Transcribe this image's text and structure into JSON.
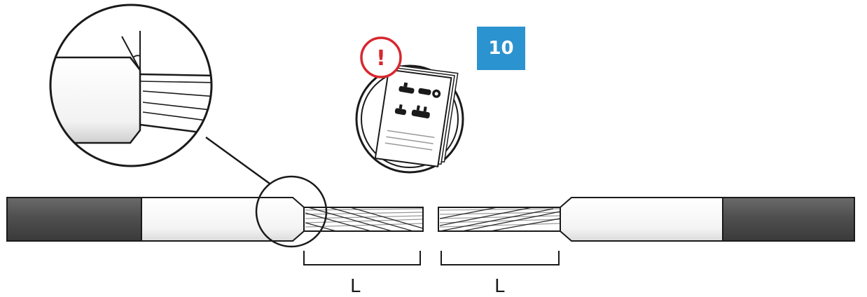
{
  "step": {
    "number": "10",
    "color": "#2b93cf"
  },
  "warning": {
    "symbol": "!",
    "color": "#d7282f"
  },
  "dimensions": {
    "left_length_label": "L",
    "right_length_label": "L"
  },
  "colors": {
    "outer_sheath": "#4f4f4f",
    "insulation": "#ffffff",
    "outline": "#1a1a1a"
  }
}
